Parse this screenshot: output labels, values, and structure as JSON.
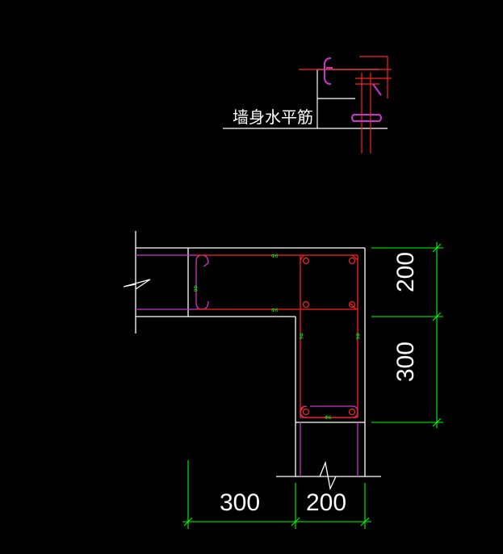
{
  "colors": {
    "background": "#000000",
    "outline": "#ffffff",
    "rebar": "#ff2020",
    "stirrup_pink": "#cc33cc",
    "dimension": "#00ff00"
  },
  "legend": {
    "label": "墙身水平筋"
  },
  "dimensions": {
    "right_top": "200",
    "right_bottom": "300",
    "bottom_left": "300",
    "bottom_right": "200"
  },
  "bar_marks": {
    "top_bar": "Φ6",
    "middle_bar": "Φ6",
    "left_hook": "Φ6",
    "col_left": "Φ6",
    "col_right": "Φ6",
    "bottom_bar": "Φ6"
  }
}
